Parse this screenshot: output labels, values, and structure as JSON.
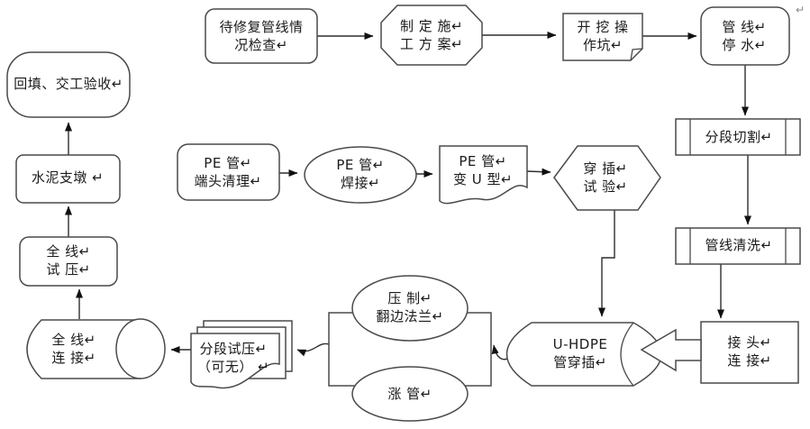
{
  "diagram_title": "pipeline-rehabilitation-flowchart",
  "colors": {
    "background": "#ffffff",
    "shape_fill": "#ffffff",
    "shape_stroke": "#4a4a4a",
    "connector": "#2e2e2e",
    "text": "#1a1a1a",
    "return_mark": "#8a8a8a"
  },
  "stray_mark": "↵",
  "nodes": {
    "inspect": {
      "label": "待修复管线情\n况检查↵"
    },
    "plan": {
      "label": "制 定 施↵\n工 方 案↵"
    },
    "dig": {
      "label": "开 挖 操\n作坑↵"
    },
    "shutoff": {
      "label": "管 线↵\n停 水↵"
    },
    "cut": {
      "label": "分段切割↵"
    },
    "clean": {
      "label": "管线清洗↵"
    },
    "joint": {
      "label": "接 头↵\n连 接↵"
    },
    "pe_clean": {
      "label": "PE 管↵\n端头清理↵"
    },
    "pe_weld": {
      "label": "PE 管↵\n焊接↵"
    },
    "pe_u": {
      "label": "PE 管↵\n变 U 型↵"
    },
    "test_insert": {
      "label": "穿 插↵\n试 验↵"
    },
    "uhdpe": {
      "label": "U-HDPE\n管穿插↵"
    },
    "flange": {
      "label": "压 制↵\n翻边法兰↵"
    },
    "expand": {
      "label": "涨 管↵"
    },
    "seg_test": {
      "label": "分段试压↵\n（可无） ↵"
    },
    "full_connect": {
      "label": "全 线↵\n连 接↵"
    },
    "full_test": {
      "label": "全 线↵\n试 压↵"
    },
    "cement": {
      "label": "水泥支墩 ↵"
    },
    "backfill": {
      "label": "回填、交工验收↵"
    }
  }
}
